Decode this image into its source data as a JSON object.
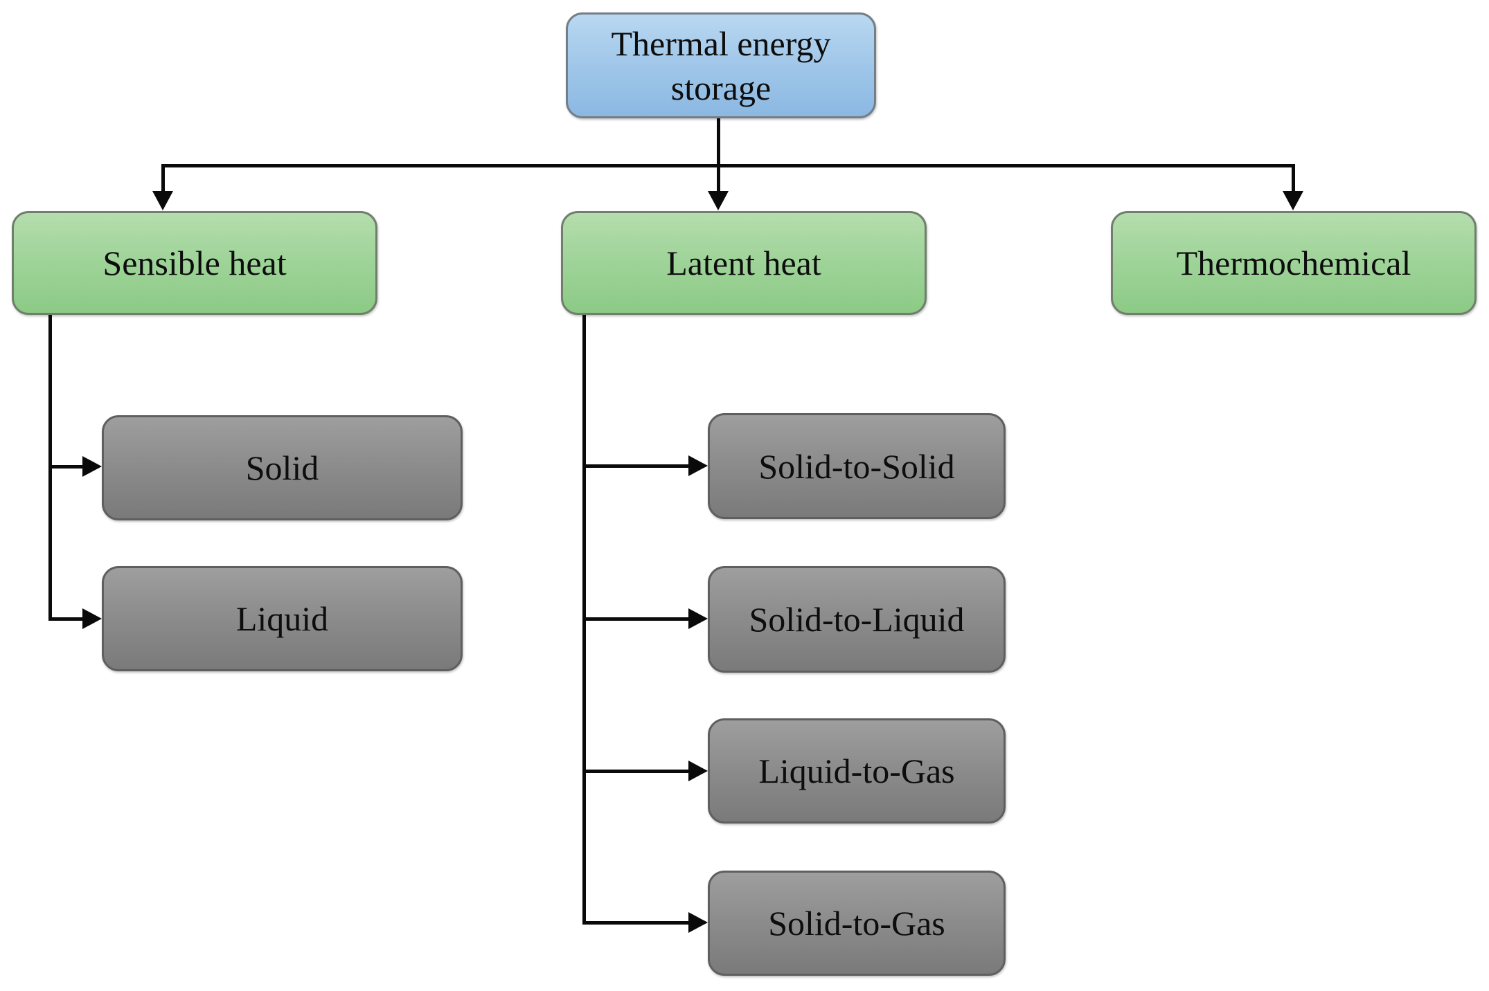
{
  "diagram": {
    "type": "flowchart-hierarchy",
    "background_hex": "#FFFFFF",
    "line_color_hex": "#0A0A0A",
    "palette": {
      "root_fill_hex": "#9CC3E6",
      "category_fill_hex": "#9CD295",
      "leaf_fill_hex": "#8B8B8B",
      "text_hex": "#0D0D0D"
    },
    "nodes": {
      "root": {
        "label": "Thermal energy storage",
        "level": 0,
        "color_hex": "#9CC3E6"
      },
      "sensible": {
        "label": "Sensible heat",
        "level": 1,
        "color_hex": "#9CD295"
      },
      "latent": {
        "label": "Latent heat",
        "level": 1,
        "color_hex": "#9CD295"
      },
      "thermochemical": {
        "label": "Thermochemical",
        "level": 1,
        "color_hex": "#9CD295"
      },
      "solid": {
        "label": "Solid",
        "level": 2,
        "color_hex": "#8B8B8B"
      },
      "liquid": {
        "label": "Liquid",
        "level": 2,
        "color_hex": "#8B8B8B"
      },
      "solid_to_solid": {
        "label": "Solid-to-Solid",
        "level": 2,
        "color_hex": "#8B8B8B"
      },
      "solid_to_liquid": {
        "label": "Solid-to-Liquid",
        "level": 2,
        "color_hex": "#8B8B8B"
      },
      "liquid_to_gas": {
        "label": "Liquid-to-Gas",
        "level": 2,
        "color_hex": "#8B8B8B"
      },
      "solid_to_gas": {
        "label": "Solid-to-Gas",
        "level": 2,
        "color_hex": "#8B8B8B"
      }
    },
    "edges": [
      {
        "from": "root",
        "to": "sensible"
      },
      {
        "from": "root",
        "to": "latent"
      },
      {
        "from": "root",
        "to": "thermochemical"
      },
      {
        "from": "sensible",
        "to": "solid"
      },
      {
        "from": "sensible",
        "to": "liquid"
      },
      {
        "from": "latent",
        "to": "solid_to_solid"
      },
      {
        "from": "latent",
        "to": "solid_to_liquid"
      },
      {
        "from": "latent",
        "to": "liquid_to_gas"
      },
      {
        "from": "latent",
        "to": "solid_to_gas"
      }
    ]
  }
}
